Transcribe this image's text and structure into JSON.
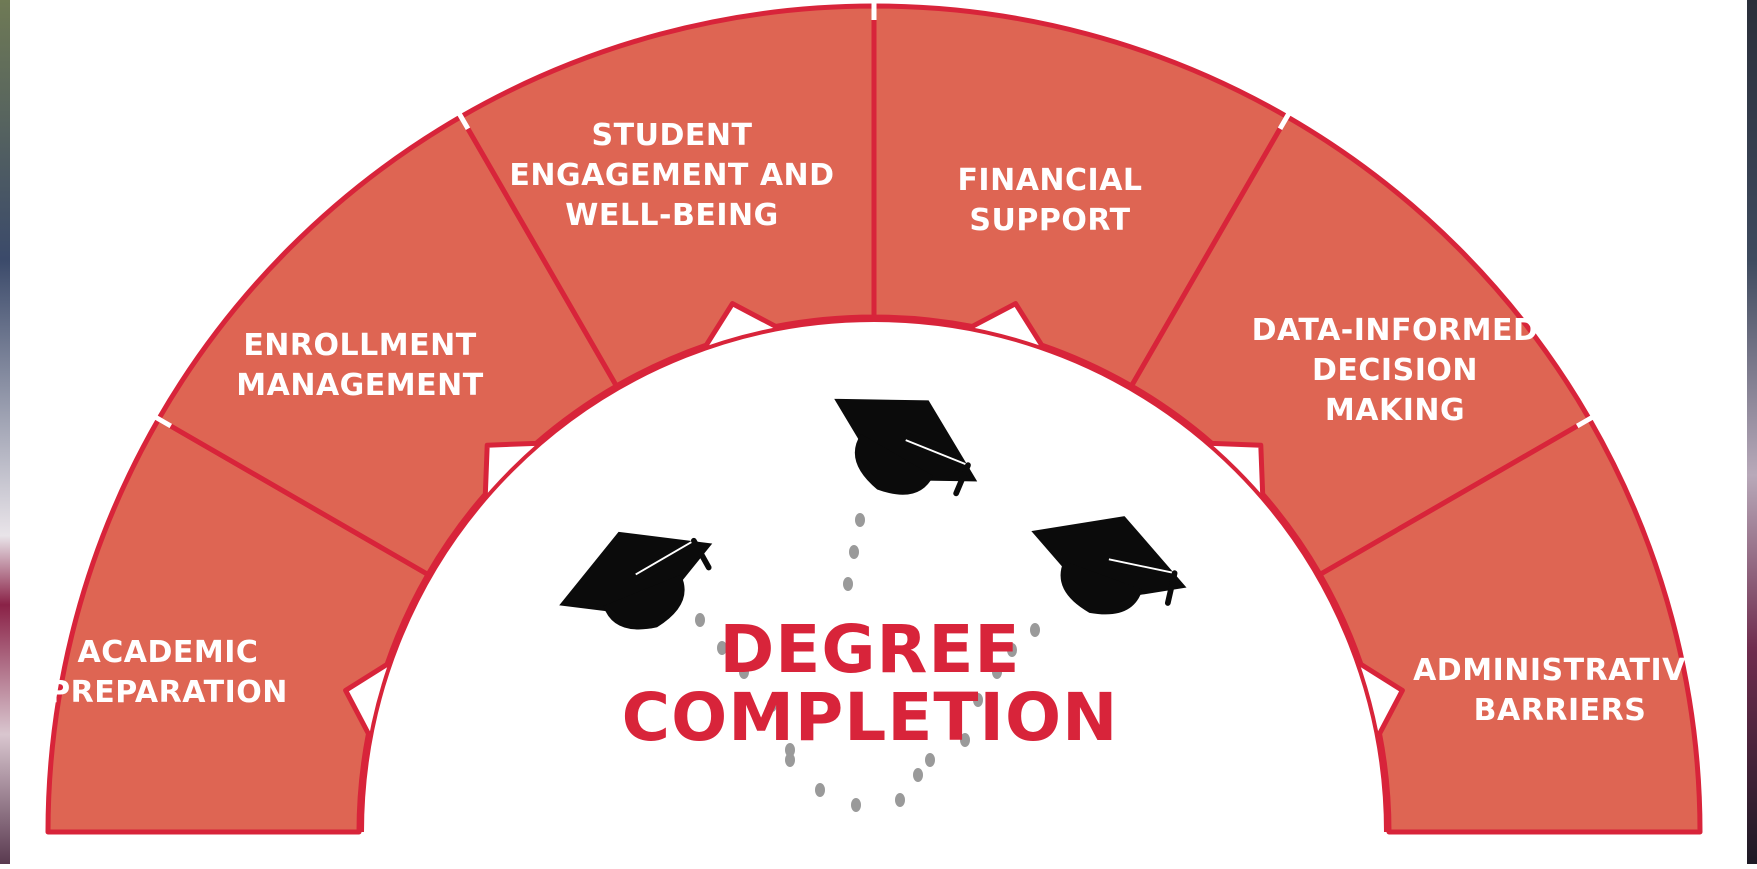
{
  "colors": {
    "segment_fill": "#de6553",
    "border": "#d8243a",
    "cap": "#0b0b0b",
    "dots": "#9a9a9a",
    "title": "#d8243a",
    "label_text": "#ffffff"
  },
  "segments": [
    {
      "lines": [
        "ACADEMIC",
        "PREPARATION"
      ]
    },
    {
      "lines": [
        "ENROLLMENT",
        "MANAGEMENT"
      ]
    },
    {
      "lines": [
        "STUDENT",
        "ENGAGEMENT AND",
        "WELL-BEING"
      ]
    },
    {
      "lines": [
        "FINANCIAL",
        "SUPPORT"
      ]
    },
    {
      "lines": [
        "DATA-INFORMED",
        "DECISION",
        "MAKING"
      ]
    },
    {
      "lines": [
        "ADMINISTRATIVE",
        "BARRIERS"
      ]
    }
  ],
  "center": {
    "title_line1": "DEGREE",
    "title_line2": "COMPLETION",
    "icon": "graduation-cap-icon"
  }
}
